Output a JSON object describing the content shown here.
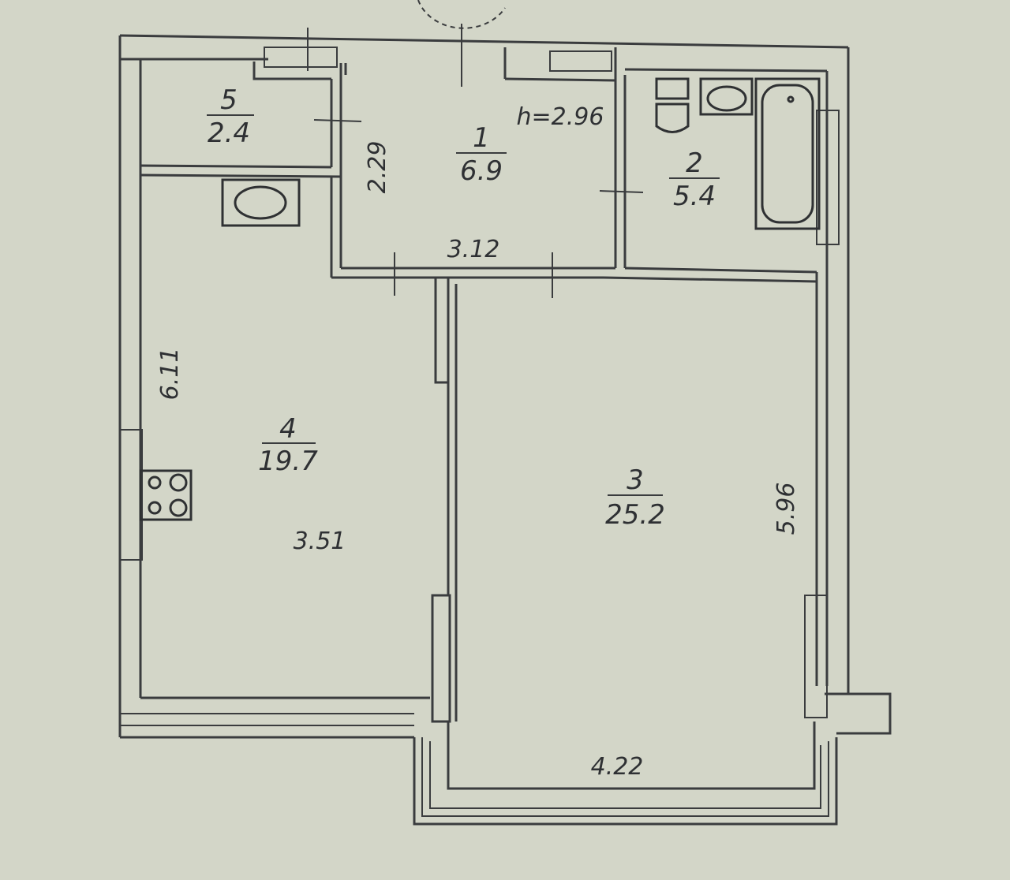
{
  "ceiling_height": "h=2.96",
  "rooms": [
    {
      "number": "1",
      "area": "6.9"
    },
    {
      "number": "2",
      "area": "5.4"
    },
    {
      "number": "3",
      "area": "25.2"
    },
    {
      "number": "4",
      "area": "19.7"
    },
    {
      "number": "5",
      "area": "2.4"
    }
  ],
  "dimensions": {
    "hall_height": "2.29",
    "hall_width": "3.12",
    "kitchen_length": "6.11",
    "kitchen_width": "3.51",
    "living_length": "5.96",
    "living_width": "4.22"
  }
}
